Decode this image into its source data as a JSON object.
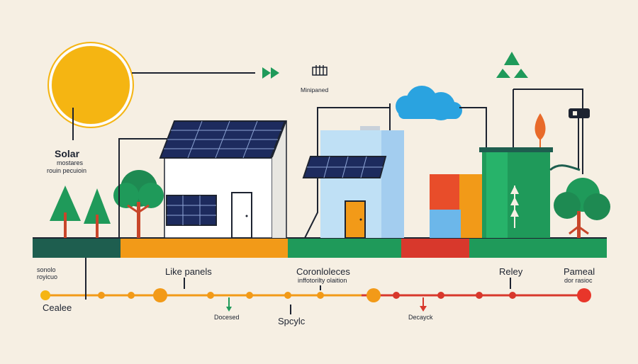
{
  "labels": {
    "minipanel": "Miniрaned",
    "solar_title": "Solar",
    "solar_sub1": "mostares",
    "solar_sub2": "rouin pecuioin",
    "left_small1": "sonolo",
    "left_small2": "royicuo",
    "like_panels": "Like panels",
    "coronloleces": "Coronloleces",
    "coron_sub": "inffotorilty olaition",
    "reley": "Reley",
    "pameal": "Pameal",
    "pameal_sub": "dor rasioc",
    "cealee": "Cealee",
    "docesed": "Docesed",
    "spcylc": "Spcylc",
    "decayck": "Decayck"
  },
  "colors": {
    "background": "#f6efe3",
    "sun": "#f5b512",
    "ink": "#1d2330",
    "green": "#1f9a5a",
    "dark_green": "#1e5e4f",
    "orange": "#f29a18",
    "red": "#d8382c",
    "sky_blue": "#bfe0f5",
    "cloud": "#2aa3e0"
  },
  "icons": {
    "recycle": "recycle-icon",
    "leaf": "leaf-icon",
    "sun": "sun-icon",
    "cloud": "cloud-icon",
    "arrows": "double-arrow-icon",
    "battery": "battery-icon"
  }
}
